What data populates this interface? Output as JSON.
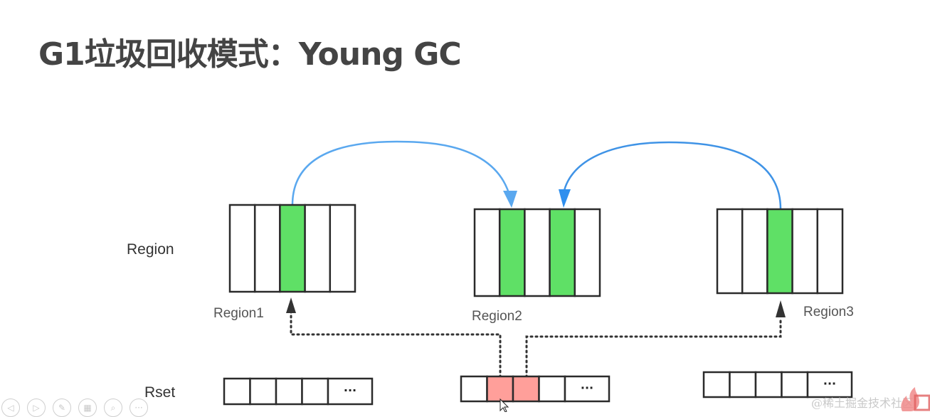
{
  "slide": {
    "title": "G1垃圾回收模式：Young GC"
  },
  "diagram": {
    "row_labels": {
      "region": "Region",
      "rset": "Rset"
    },
    "regions": [
      {
        "name": "Region1",
        "cells": [
          "empty",
          "empty",
          "live",
          "empty",
          "empty"
        ]
      },
      {
        "name": "Region2",
        "cells": [
          "empty",
          "live",
          "empty",
          "live",
          "empty"
        ]
      },
      {
        "name": "Region3",
        "cells": [
          "empty",
          "empty",
          "live",
          "empty",
          "empty"
        ]
      }
    ],
    "rsets": [
      {
        "cells": [
          "empty",
          "empty",
          "empty",
          "empty"
        ],
        "more": "···"
      },
      {
        "cells": [
          "empty",
          "ref",
          "ref",
          "empty"
        ],
        "more": "···"
      },
      {
        "cells": [
          "empty",
          "empty",
          "empty",
          "empty"
        ],
        "more": "···"
      }
    ],
    "colors": {
      "live": "#5fe066",
      "ref": "#ff9f9a",
      "arrow_blue": "#4a9ce8",
      "border": "#2b2b2b",
      "dotted": "#333333"
    },
    "references": [
      {
        "from": "Region1 live cell",
        "to": "Region2 cell 2"
      },
      {
        "from": "Region3 live cell",
        "to": "Region2 cell 4"
      }
    ]
  },
  "toolbar": {
    "buttons": [
      {
        "icon": "prev-icon",
        "glyph": "◁"
      },
      {
        "icon": "next-icon",
        "glyph": "▷"
      },
      {
        "icon": "pen-icon",
        "glyph": "✎"
      },
      {
        "icon": "slides-icon",
        "glyph": "▦"
      },
      {
        "icon": "zoom-icon",
        "glyph": "⌕"
      },
      {
        "icon": "more-icon",
        "glyph": "···"
      }
    ]
  },
  "watermark": {
    "text": "@稀土掘金技术社区"
  }
}
